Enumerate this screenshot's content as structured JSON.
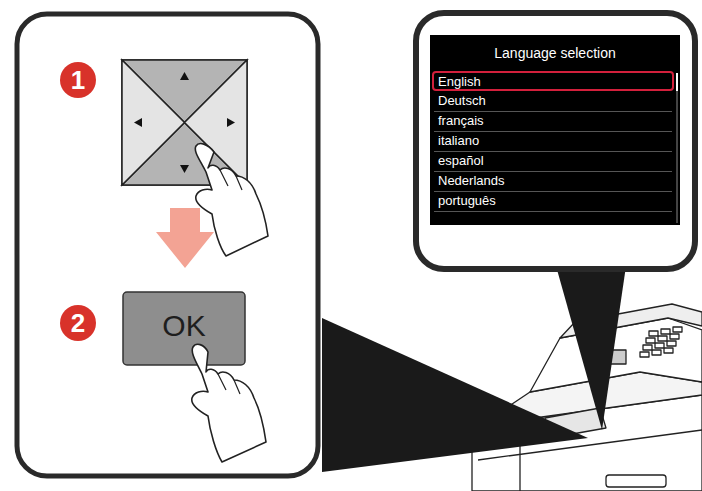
{
  "diagram": {
    "nodes": [
      {
        "text": [
          "OK"
        ]
      },
      {
        "text": [
          "Language selection"
        ]
      },
      {
        "text": [
          "English"
        ],
        "in": 1
      }
    ],
    "labels": [
      "1",
      "2",
      "Deutsch",
      "français",
      "italiano",
      "español",
      "Nederlands",
      "português"
    ]
  }
}
